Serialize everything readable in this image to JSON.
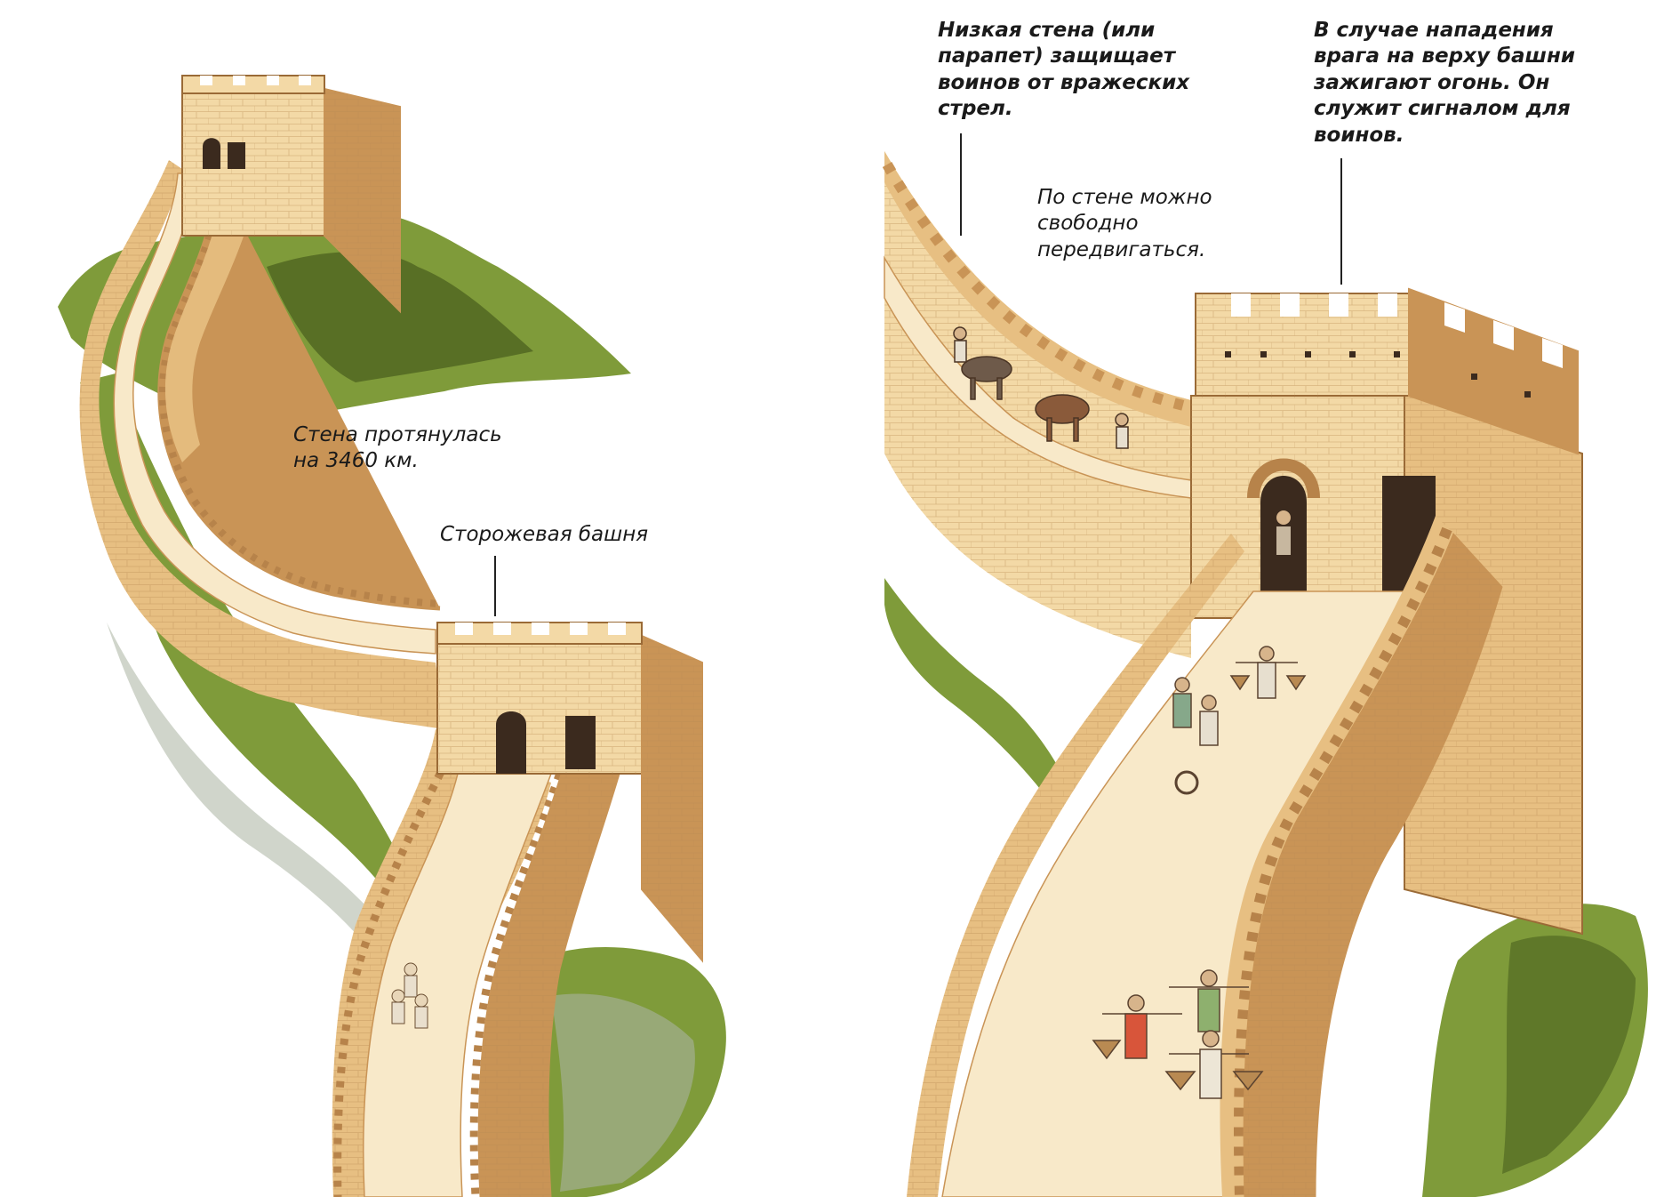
{
  "labels": {
    "wall_length": "Стена протянулась\nна 3460 км.",
    "watchtower": "Сторожевая башня",
    "parapet": "Низкая стена (или\nпарапет) защищает\nвоинов от вражеских\nстрел.",
    "signal_fire": "В случае нападения\nврага на верху башни\nзажигают огонь. Он\nслужит сигналом для\nвоинов.",
    "move_freely": "По стене можно\nсвободно\nпередвигаться."
  },
  "colors": {
    "wall_light": "#f3d9a6",
    "wall_mid": "#e7bf82",
    "wall_dark": "#c99456",
    "walkway": "#f8e9c9",
    "greenery": "#7f9b3a",
    "greenery_dark": "#586f25",
    "rock": "#a9b2a0",
    "door": "#3b2a1e"
  }
}
